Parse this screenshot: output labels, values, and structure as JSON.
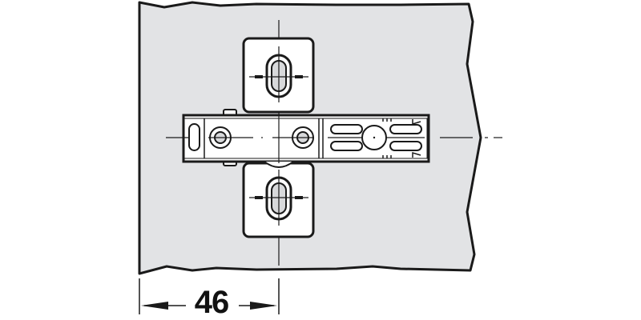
{
  "diagram": {
    "subject": "hinge mounting plate on cabinet side panel (top view)",
    "colors": {
      "panel_fill": "#e2e3e5",
      "part_fill": "#ffffff",
      "line": "#1a1a1a",
      "hole_fill": "#d8d9db"
    },
    "components": [
      {
        "id": "cabinet-panel",
        "label": "Cabinet side panel (broken-out edges)"
      },
      {
        "id": "mounting-plate-wing-top",
        "label": "Upper mounting wing with slotted screw hole"
      },
      {
        "id": "mounting-plate-wing-bottom",
        "label": "Lower mounting wing with slotted screw hole"
      },
      {
        "id": "hinge-arm",
        "label": "Hinge arm with two screw bosses and adjustment slots"
      },
      {
        "id": "centerline-horizontal",
        "label": "Horizontal centre line"
      },
      {
        "id": "centerline-vertical",
        "label": "Vertical centre line through screw holes"
      }
    ]
  },
  "dimension": {
    "value": "46",
    "unit": "mm",
    "description": "Distance from panel front edge to screw-hole centre line"
  }
}
